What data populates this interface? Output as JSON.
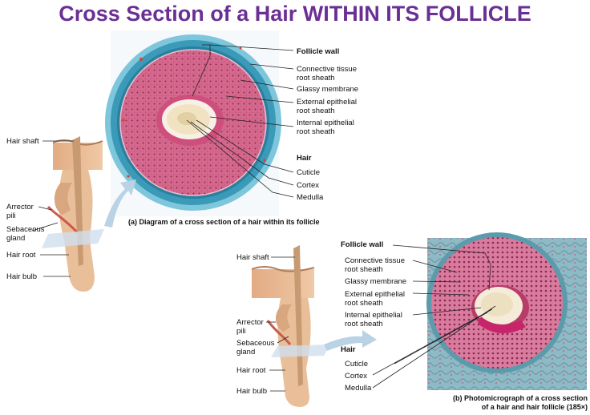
{
  "title": "Cross Section of a Hair WITHIN ITS FOLLICLE",
  "diagram_a": {
    "caption": "(a) Diagram of a cross section of a hair within its follicle",
    "labels": {
      "follicle_wall": "Follicle wall",
      "connective_tissue": "Connective tissue",
      "root_sheath_1": "root sheath",
      "glassy_membrane": "Glassy membrane",
      "external_epithelial": "External epithelial",
      "root_sheath_2": "root sheath",
      "internal_epithelial": "Internal epithelial",
      "root_sheath_3": "root sheath",
      "hair": "Hair",
      "cuticle": "Cuticle",
      "cortex": "Cortex",
      "medulla": "Medulla"
    }
  },
  "diagram_b": {
    "caption_line1": "(b) Photomicrograph of a cross section",
    "caption_line2": "of a hair and hair follicle (185×)",
    "labels": {
      "follicle_wall": "Follicle wall",
      "connective_tissue": "Connective tissue",
      "root_sheath_1": "root sheath",
      "glassy_membrane": "Glassy membrane",
      "external_epithelial": "External epithelial",
      "root_sheath_2": "root sheath",
      "internal_epithelial": "Internal epithelial",
      "root_sheath_3": "root sheath",
      "hair": "Hair",
      "cuticle": "Cuticle",
      "cortex": "Cortex",
      "medulla": "Medulla"
    }
  },
  "side_a": {
    "hair_shaft": "Hair shaft",
    "arrector": "Arrector",
    "pili": "pili",
    "sebaceous": "Sebaceous",
    "gland": "gland",
    "hair_root": "Hair root",
    "hair_bulb": "Hair bulb"
  },
  "side_b": {
    "hair_shaft": "Hair shaft",
    "arrector": "Arrector",
    "pili": "pili",
    "sebaceous": "Sebaceous",
    "gland": "gland",
    "hair_root": "Hair root",
    "hair_bulb": "Hair bulb"
  },
  "colors": {
    "title": "#6a2f94",
    "connective": "#3a9ab8",
    "epithelial": "#c94f78",
    "hair_core": "#f3ead2",
    "skin": "#e8b992",
    "arrow": "#b9d3e4"
  }
}
